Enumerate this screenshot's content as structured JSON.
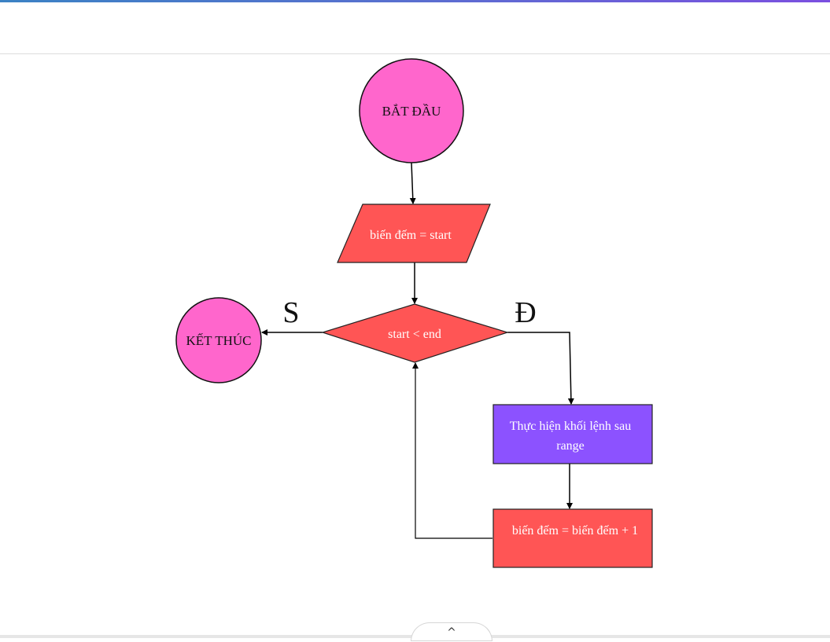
{
  "diagram": {
    "nodes": {
      "start": {
        "label": "BẮT ĐẦU",
        "fill": "#ff66cc",
        "text_color": "#111111"
      },
      "init": {
        "label": "biến đếm = start",
        "fill": "#ff5555",
        "text_color": "#ffffff"
      },
      "condition": {
        "label": "start < end",
        "fill": "#ff5555",
        "text_color": "#ffffff"
      },
      "end": {
        "label": "KẾT THÚC",
        "fill": "#ff66cc",
        "text_color": "#111111"
      },
      "body": {
        "label_line1": "Thực hiện khối lệnh sau",
        "label_line2": "range",
        "fill": "#8c52ff",
        "text_color": "#ffffff"
      },
      "increment": {
        "label": "biến đếm = biến đếm + 1",
        "fill": "#ff5555",
        "text_color": "#ffffff"
      }
    },
    "branch_labels": {
      "false": "S",
      "true": "Đ"
    },
    "edges": [
      {
        "from": "start",
        "to": "init"
      },
      {
        "from": "init",
        "to": "condition"
      },
      {
        "from": "condition",
        "to": "end",
        "label": "S"
      },
      {
        "from": "condition",
        "to": "body",
        "label": "Đ"
      },
      {
        "from": "body",
        "to": "increment"
      },
      {
        "from": "increment",
        "to": "condition"
      }
    ]
  },
  "ui": {
    "collapse_icon": "chevron-up-icon",
    "collapse_glyph": "^",
    "accent_colors": [
      "#3b82c4",
      "#7b4fe0"
    ]
  }
}
